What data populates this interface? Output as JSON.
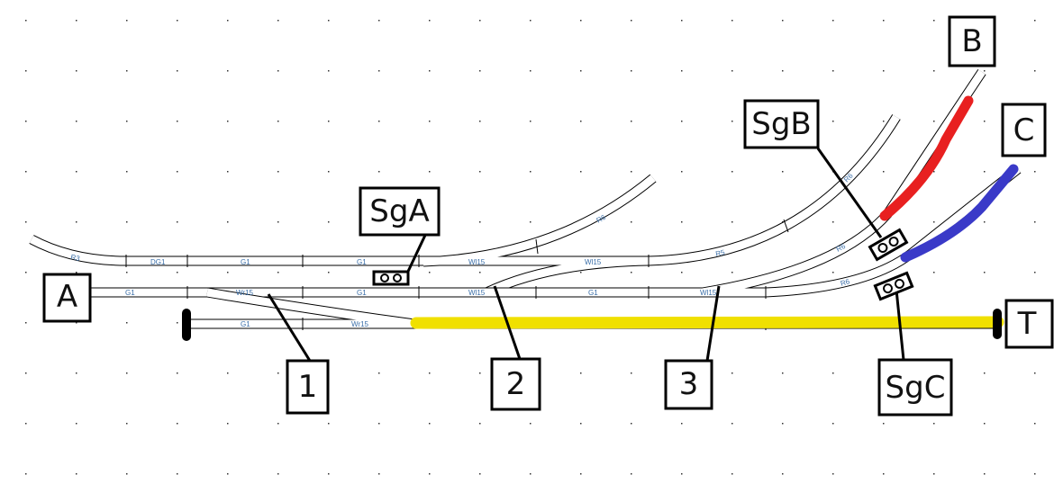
{
  "title": "Track layout plan",
  "colors": {
    "route_b": "#e82020",
    "route_c": "#3a3ac8",
    "route_t": "#f0e000",
    "track_label": "#3a6ea8"
  },
  "endpoints": {
    "a": "A",
    "b": "B",
    "c": "C",
    "t": "T"
  },
  "signals": {
    "sga": "SgA",
    "sgb": "SgB",
    "sgc": "SgC"
  },
  "switch_callouts": {
    "s1": "1",
    "s2": "2",
    "s3": "3"
  },
  "track_labels": {
    "top_curve_left": "R3",
    "top_dg1": "DG1",
    "top_g1_a": "G1",
    "top_g1_b": "G1",
    "top_wl15_a": "Wl15",
    "top_wl15_b": "Wl15",
    "top_r6_branch": "R6",
    "top_r5": "R5",
    "top_r6_right": "R6",
    "mid_g1_a": "G1",
    "mid_wr15": "Wr15",
    "mid_g1_b": "G1",
    "mid_wl15_a": "Wl15",
    "mid_g1_c": "G1",
    "mid_wl15_b": "Wl15",
    "mid_r6_a": "R6",
    "mid_r6_b": "R6",
    "bot_g1": "G1",
    "bot_wr15": "Wr15"
  }
}
